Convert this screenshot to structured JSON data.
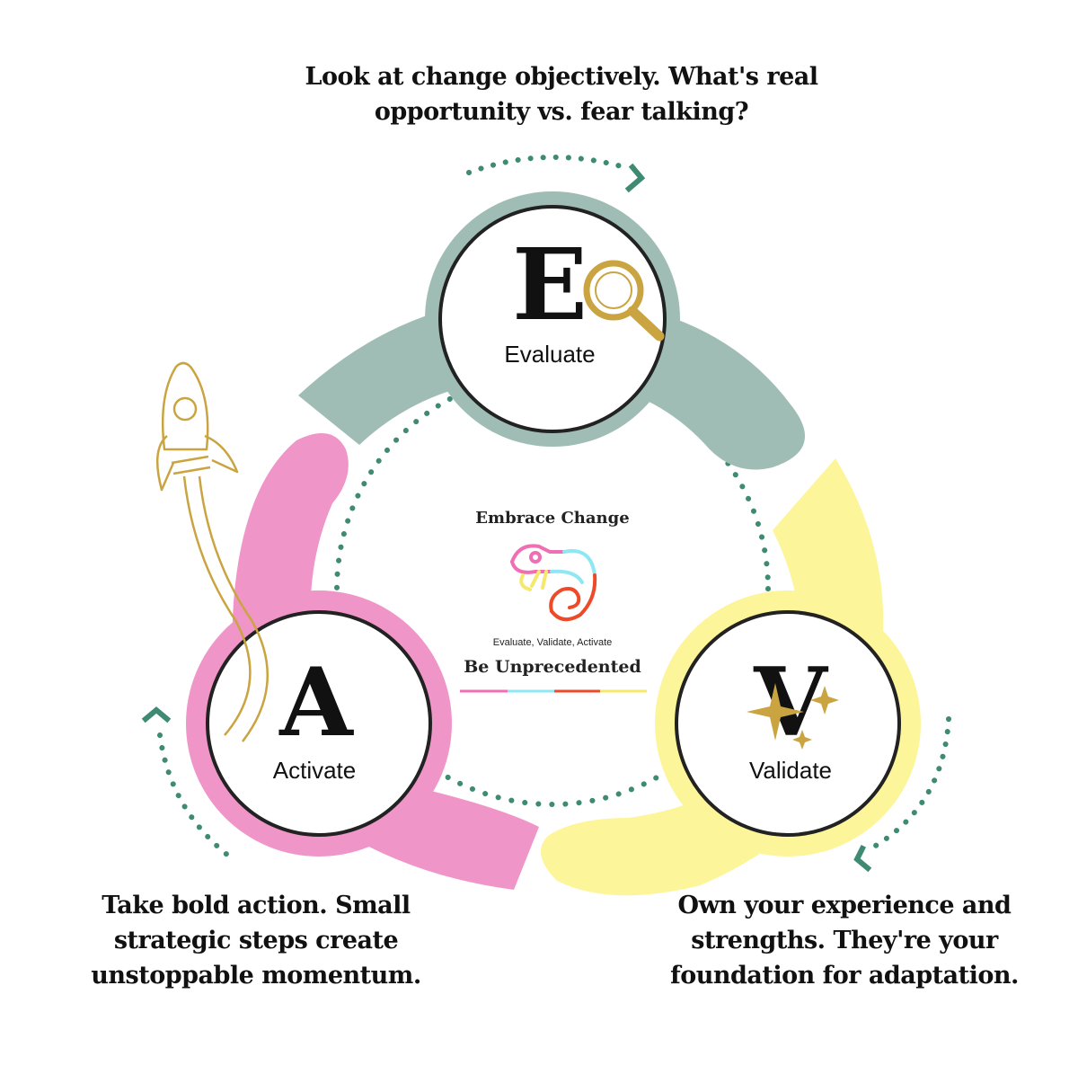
{
  "captions": {
    "evaluate": "Look at change objectively. What's real opportunity vs. fear talking?",
    "activate": "Take bold action. Small strategic steps create unstoppable momentum.",
    "validate": "Own your experience and strengths. They're your foundation for adaptation."
  },
  "stages": {
    "evaluate": {
      "letter": "E",
      "label": "Evaluate",
      "color": "#9fbdb5",
      "icon": "magnifying-glass-icon"
    },
    "validate": {
      "letter": "V",
      "label": "Validate",
      "color": "#fdf59a",
      "icon": "sparkle-icon"
    },
    "activate": {
      "letter": "A",
      "label": "Activate",
      "color": "#f095c8",
      "icon": "rocket-icon"
    }
  },
  "center": {
    "title": "Embrace Change",
    "subtitle": "Evaluate, Validate, Activate",
    "tagline": "Be Unprecedented",
    "icon": "chameleon-icon",
    "stripe_colors": [
      "#f06eb4",
      "#8ee8f4",
      "#ee4a2a",
      "#f6e86a"
    ]
  },
  "colors": {
    "dots": "#3e8a73",
    "gold": "#c9a440",
    "ring_outline": "#222222"
  }
}
